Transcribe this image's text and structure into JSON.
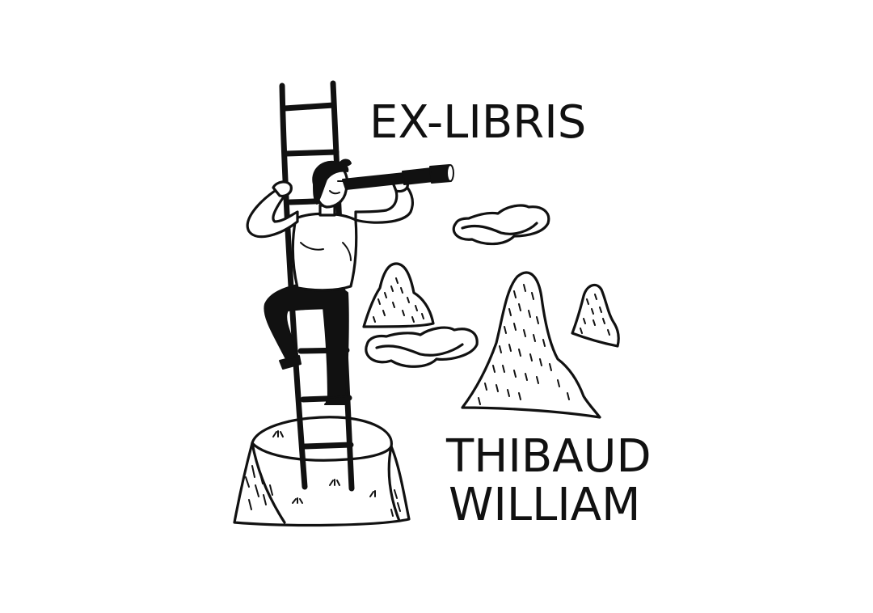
{
  "bookplate": {
    "heading": "EX-LIBRIS",
    "owner_first": "THIBAUD",
    "owner_last": "WILLIAM"
  },
  "colors": {
    "ink": "#111111",
    "background": "#ffffff"
  },
  "illustration": {
    "subject": "man-on-ladder-with-telescope-icon"
  }
}
